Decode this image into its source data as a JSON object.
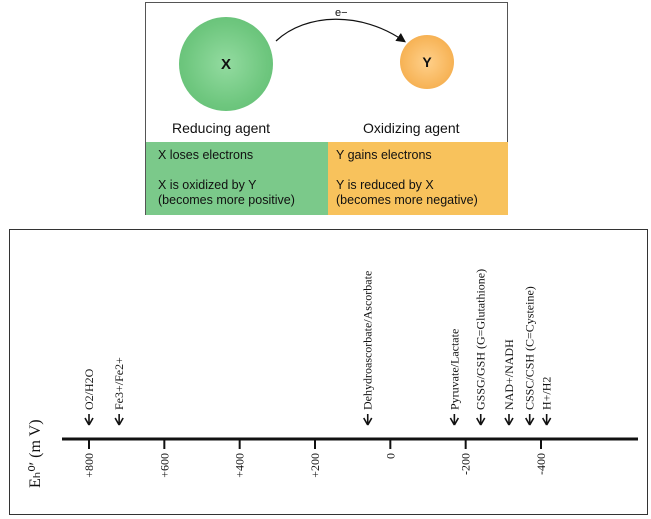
{
  "redox": {
    "electron": "e−",
    "x_label": "X",
    "y_label": "Y",
    "reducing_agent": "Reducing agent",
    "oxidizing_agent": "Oxidizing agent",
    "x_box_line1": "X loses electrons",
    "x_box_line2a": "X is oxidized by Y",
    "x_box_line2b": "(becomes more positive)",
    "y_box_line1": "Y gains electrons",
    "y_box_line2a": "Y is reduced by X",
    "y_box_line2b": "(becomes more negative)",
    "colors": {
      "green": "#7bc98a",
      "orange": "#f8c25c"
    }
  },
  "scale": {
    "axis_title": "Eₕ⁰′ (m V)",
    "ticks": [
      "+800",
      "+600",
      "+400",
      "+200",
      "0",
      "-200",
      "-400"
    ],
    "tick_values": [
      800,
      600,
      400,
      200,
      0,
      -200,
      -400
    ],
    "couples": [
      {
        "label": "O2/H2O",
        "value": 800
      },
      {
        "label": "Fe3+/Fe2+",
        "value": 720
      },
      {
        "label": "Dehydroascorbate/Ascorbate",
        "value": 60
      },
      {
        "label": "Pyruvate/Lactate",
        "value": -170
      },
      {
        "label": "GSSG/GSH (G=Glutathione)",
        "value": -240
      },
      {
        "label": "NAD+/NADH",
        "value": -315
      },
      {
        "label": "CSSC/CSH (C=Cysteine)",
        "value": -370
      },
      {
        "label": "H+/H2",
        "value": -415
      }
    ]
  }
}
